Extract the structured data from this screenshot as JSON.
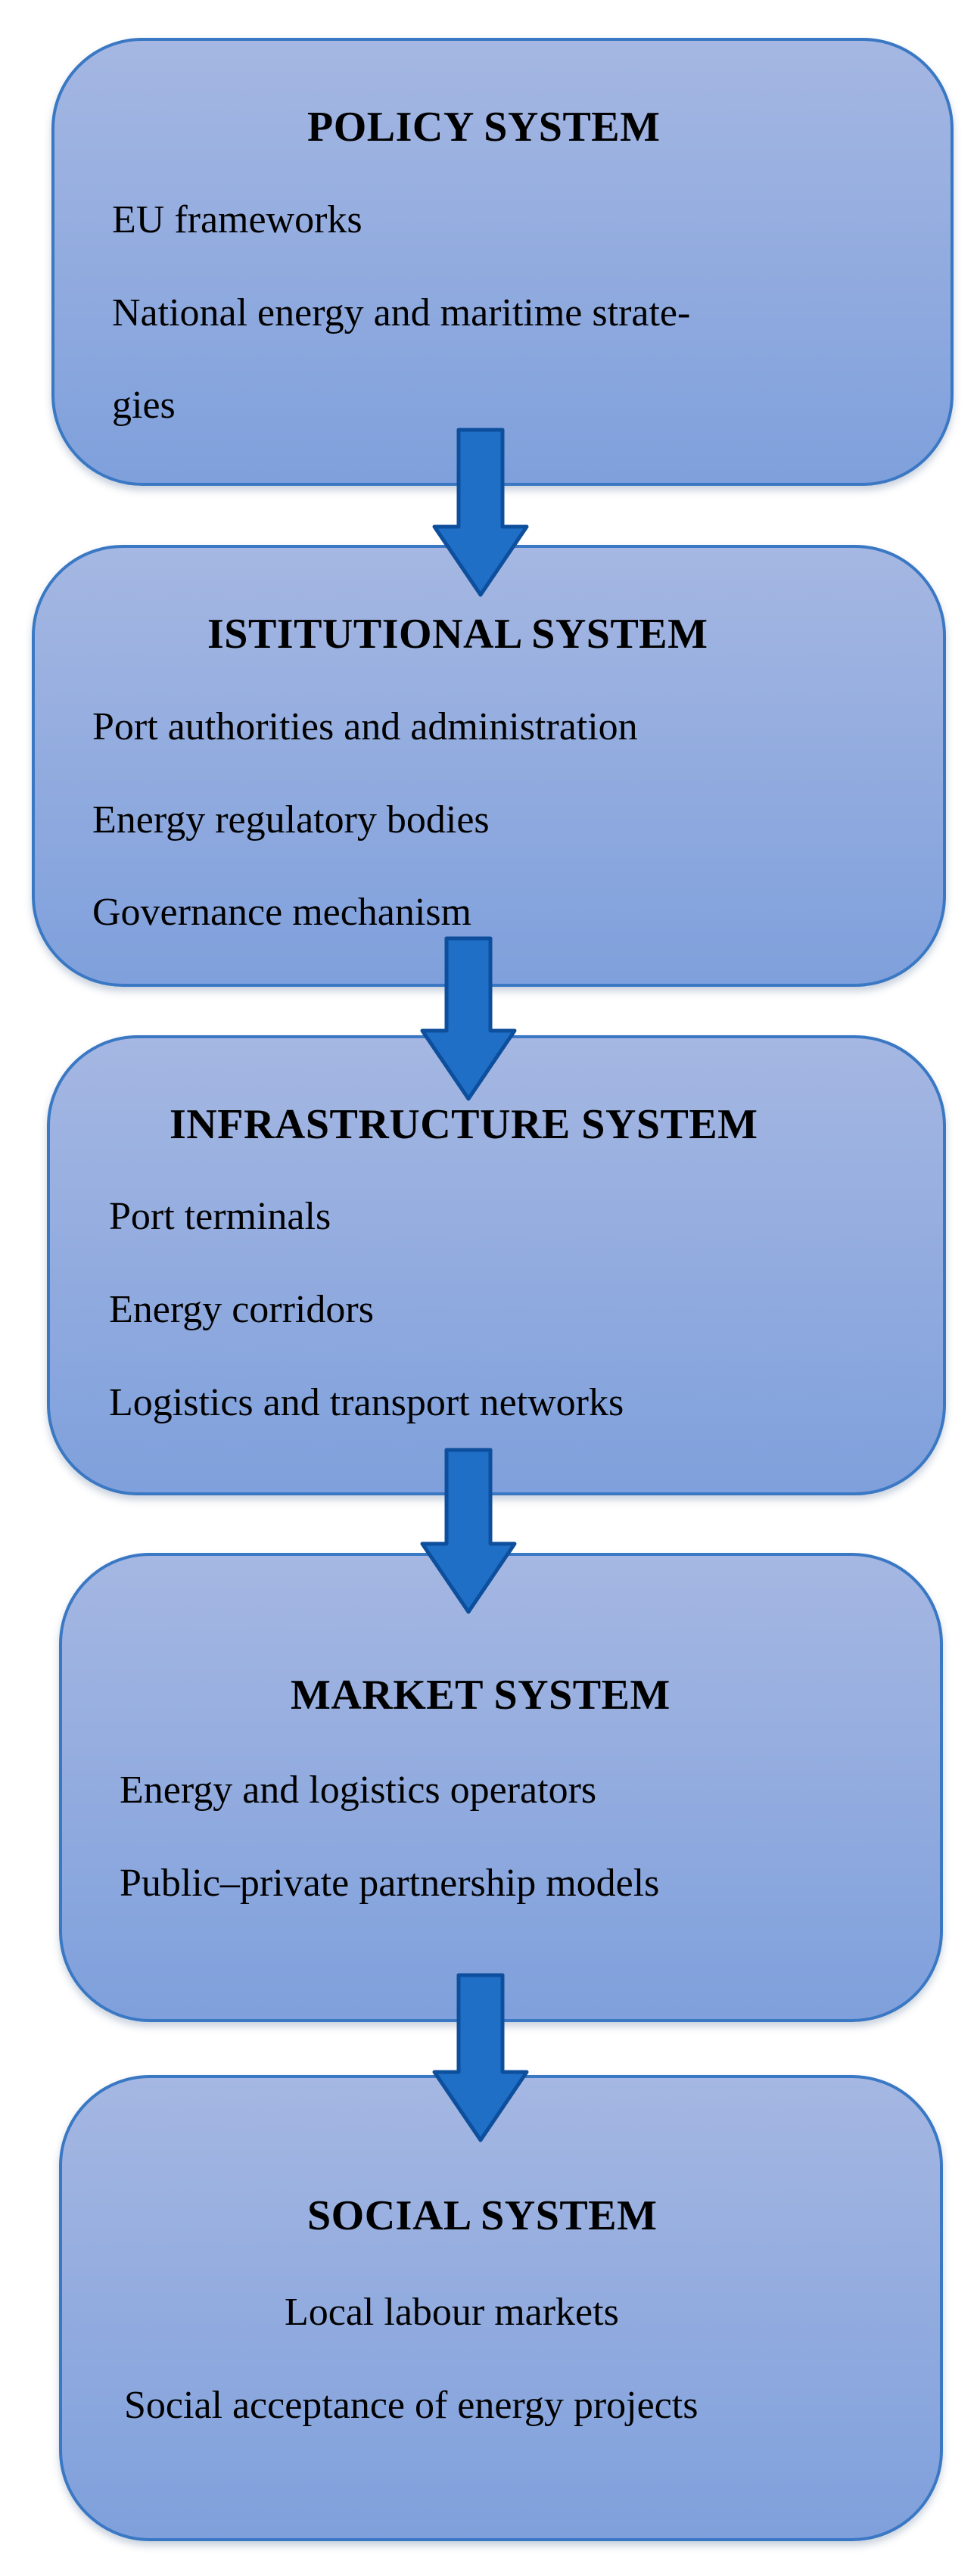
{
  "boxes": [
    {
      "title": "POLICY SYSTEM",
      "lines": [
        "EU frameworks",
        "National energy and maritime strate-",
        "gies"
      ]
    },
    {
      "title": "ISTITUTIONAL SYSTEM",
      "lines": [
        "Port authorities and administration",
        "Energy regulatory bodies",
        "Governance mechanism"
      ]
    },
    {
      "title": "INFRASTRUCTURE SYSTEM",
      "lines": [
        "Port terminals",
        "Energy corridors",
        "Logistics and transport networks"
      ]
    },
    {
      "title": "MARKET SYSTEM",
      "lines": [
        "Energy and logistics operators",
        "Public–private partnership models"
      ]
    },
    {
      "title": "SOCIAL SYSTEM",
      "lines": [
        "Local labour markets",
        "Social acceptance of energy projects"
      ]
    }
  ],
  "colors": {
    "box_fill_top": "#a5b7e2",
    "box_fill_bottom": "#7fa0dc",
    "box_border": "#3a78c4",
    "arrow_fill": "#1f6fc7",
    "arrow_stroke": "#0d4f9c"
  },
  "arrow_count": 4
}
